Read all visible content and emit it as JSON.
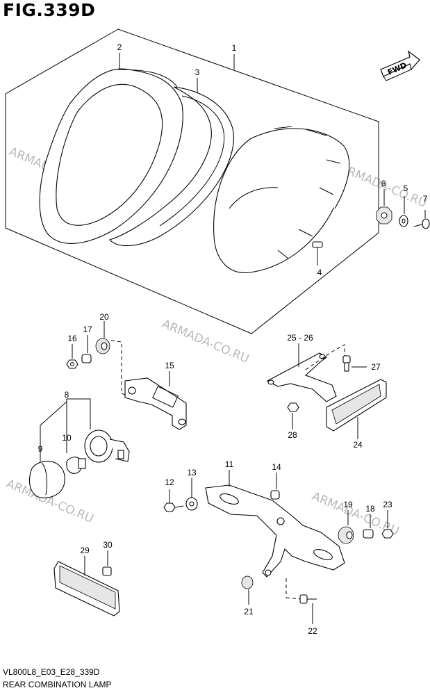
{
  "figure": {
    "title": "FIG.339D",
    "footer_code": "VL800L8_E03_E28_339D",
    "footer_name": "REAR COMBINATION LAMP",
    "fwd_label": "FWD"
  },
  "watermark": "ARMADA-CO.RU",
  "callouts": [
    "1",
    "2",
    "3",
    "4",
    "5",
    "6",
    "7",
    "8",
    "9",
    "10",
    "11",
    "12",
    "13",
    "14",
    "15",
    "16",
    "17",
    "18",
    "19",
    "20",
    "21",
    "22",
    "23",
    "24",
    "25 - 26",
    "27",
    "28",
    "29",
    "30"
  ]
}
